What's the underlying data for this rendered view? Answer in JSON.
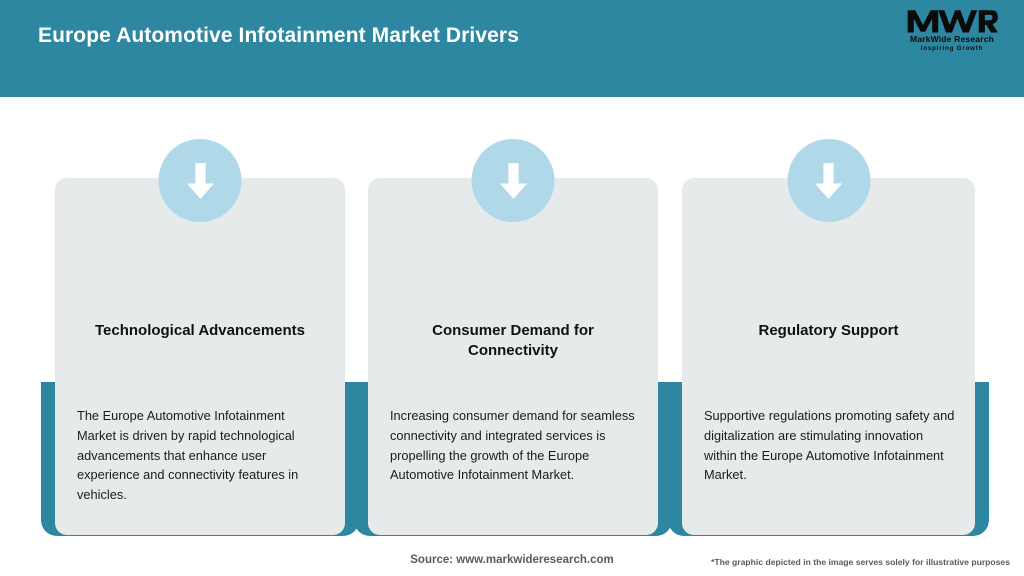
{
  "header": {
    "title": "Europe Automotive Infotainment Market Drivers",
    "background_color": "#2E87A0",
    "logo": {
      "mark": "MWR",
      "name": "MarkWide Research",
      "tagline": "Inspiring Growth"
    }
  },
  "theme": {
    "accent_teal": "#2E87A0",
    "card_background": "#E7EAEB",
    "icon_circle": "#AFD9E8",
    "arrow_color": "#FFFFFF",
    "title_color": "#111111",
    "body_color": "#1B1B1B",
    "footer_color": "#5B5B5B"
  },
  "cards": [
    {
      "icon": "arrow-down-icon",
      "title": "Technological Advancements",
      "body": "The Europe Automotive Infotainment Market is driven by rapid technological advancements that enhance user experience and connectivity features in vehicles."
    },
    {
      "icon": "arrow-down-icon",
      "title": "Consumer Demand for Connectivity",
      "body": "Increasing consumer demand for seamless connectivity and integrated services is propelling the growth of the Europe Automotive Infotainment Market."
    },
    {
      "icon": "arrow-down-icon",
      "title": "Regulatory Support",
      "body": "Supportive regulations promoting safety and digitalization are stimulating innovation within the Europe Automotive Infotainment Market."
    }
  ],
  "footer": {
    "source": "Source: www.markwideresearch.com",
    "disclaimer": "*The graphic depicted in the image serves solely for illustrative purposes"
  }
}
